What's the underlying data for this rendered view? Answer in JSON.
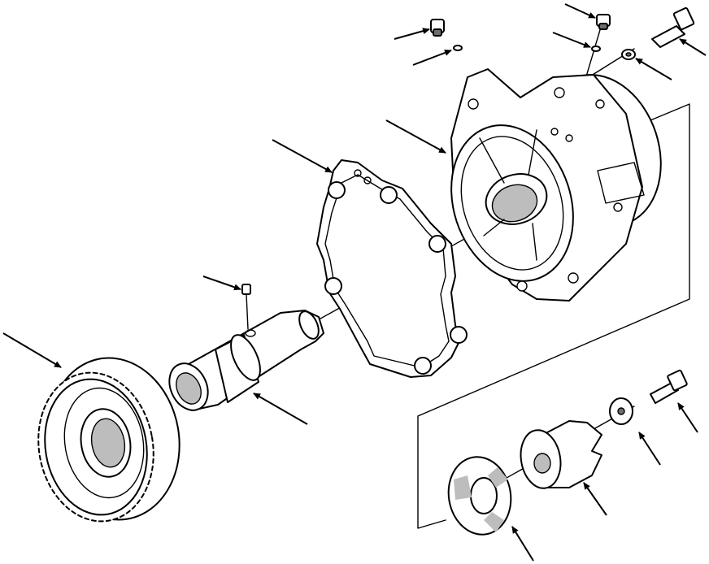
{
  "diagram": {
    "type": "exploded-parts-view",
    "text_labels": [],
    "colors": {
      "line": "#000000",
      "background": "#ffffff",
      "shading": "#bdbdbd"
    },
    "parts": [
      {
        "name": "drive-gear",
        "callout": "pointer-arrow"
      },
      {
        "name": "idler-shaft",
        "callout": "pointer-arrow"
      },
      {
        "name": "set-screw",
        "callout": "pointer-arrow"
      },
      {
        "name": "gasket",
        "callout": "pointer-arrow"
      },
      {
        "name": "housing",
        "callout": "pointer-arrow"
      },
      {
        "name": "plug-left",
        "callout": "pointer-arrow"
      },
      {
        "name": "o-ring-left",
        "callout": "pointer-arrow"
      },
      {
        "name": "plug-right",
        "callout": "pointer-arrow"
      },
      {
        "name": "o-ring-right",
        "callout": "pointer-arrow"
      },
      {
        "name": "top-bolt",
        "callout": "pointer-arrow"
      },
      {
        "name": "top-washer",
        "callout": "pointer-arrow"
      },
      {
        "name": "coupling-disc",
        "callout": "pointer-arrow"
      },
      {
        "name": "coupling-hub",
        "callout": "pointer-arrow"
      },
      {
        "name": "coupling-washer",
        "callout": "pointer-arrow"
      },
      {
        "name": "coupling-bolt",
        "callout": "pointer-arrow"
      }
    ]
  }
}
